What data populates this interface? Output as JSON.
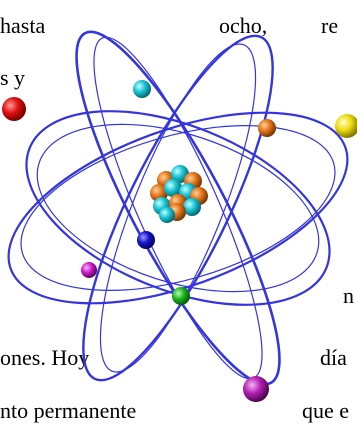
{
  "text": {
    "line1": {
      "left": "hasta",
      "mid": "ocho,",
      "right": "re"
    },
    "line2": {
      "left": "s y"
    },
    "line3": {
      "right": "n"
    },
    "line4": {
      "left": "ones. Hoy",
      "right": "día"
    },
    "line5": {
      "left": "nto permanente",
      "right": "que e"
    }
  },
  "atom": {
    "orbit_color": "#3535e0",
    "nucleon_colors": [
      "#e8781a",
      "#1fc8d8"
    ],
    "electron_colors": [
      "#ff1a1a",
      "#22c8d8",
      "#ee7711",
      "#f0e010",
      "#1a1ad0",
      "#cc22cc",
      "#22bb22",
      "#bb22bb"
    ]
  }
}
